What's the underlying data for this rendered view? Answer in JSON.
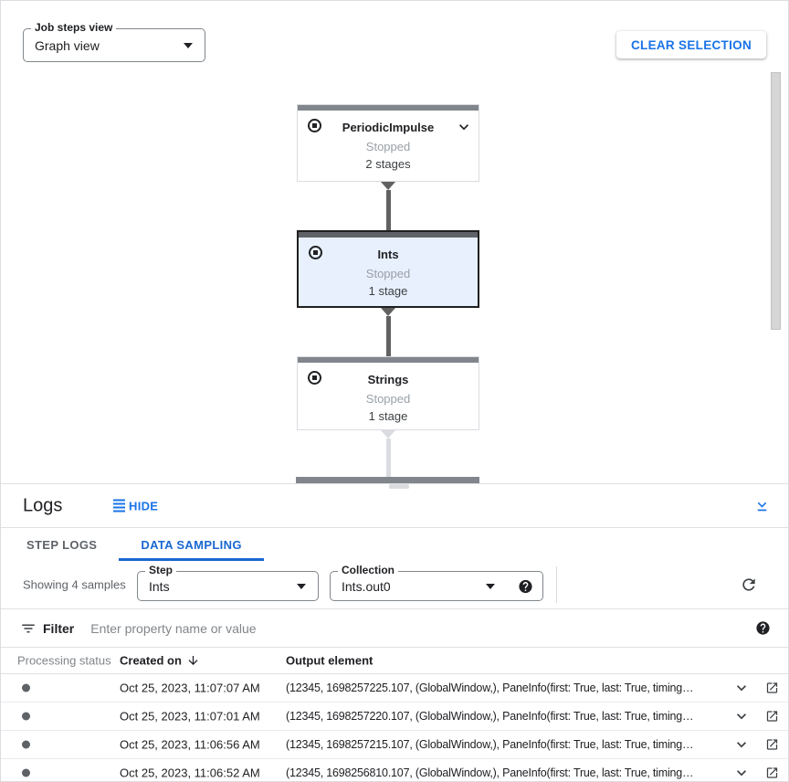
{
  "colors": {
    "accent_blue": "#1a73e8",
    "tab_active_blue": "#1967d2",
    "selected_node_bg": "#e8f0fe",
    "node_bar_gray": "#80868b",
    "selected_node_bar": "#5f6368",
    "edge_dark": "#616161",
    "edge_light": "#dadce0",
    "status_text_gray": "#9aa0a6"
  },
  "icons": {
    "dropdown_caret": "filled down triangle",
    "expand_node": "chevron-down",
    "stopped_status": "stop square in circle",
    "hide_logs": "stacked lines",
    "collapse_panel": "chevron-down over bar",
    "help": "question mark in filled circle",
    "refresh": "circular arrow",
    "filter": "filter lines",
    "sort_desc": "arrow down",
    "row_expand": "chevron-down",
    "open_in_new": "open in new window"
  },
  "graph": {
    "view_selector": {
      "label": "Job steps view",
      "value": "Graph view"
    },
    "clear_selection_label": "CLEAR SELECTION",
    "nodes": [
      {
        "title": "PeriodicImpulse",
        "status": "Stopped",
        "stages": "2 stages"
      },
      {
        "title": "Ints",
        "status": "Stopped",
        "stages": "1 stage"
      },
      {
        "title": "Strings",
        "status": "Stopped",
        "stages": "1 stage"
      }
    ]
  },
  "logs": {
    "title": "Logs",
    "hide_label": "HIDE",
    "tabs": [
      {
        "label": "STEP LOGS"
      },
      {
        "label": "DATA SAMPLING"
      }
    ],
    "toolbar": {
      "summary": "Showing 4 samples",
      "step_select": {
        "label": "Step",
        "value": "Ints"
      },
      "collection_select": {
        "label": "Collection",
        "value": "Ints.out0"
      }
    },
    "filter": {
      "label": "Filter",
      "placeholder": "Enter property name or value"
    },
    "table": {
      "columns": {
        "status": "Processing status",
        "created": "Created on",
        "output": "Output element"
      },
      "rows": [
        {
          "created_on": "Oct 25, 2023, 11:07:07 AM",
          "output": "(12345, 1698257225.107, (GlobalWindow,), PaneInfo(first: True, last: True, timing…"
        },
        {
          "created_on": "Oct 25, 2023, 11:07:01 AM",
          "output": "(12345, 1698257220.107, (GlobalWindow,), PaneInfo(first: True, last: True, timing…"
        },
        {
          "created_on": "Oct 25, 2023, 11:06:56 AM",
          "output": "(12345, 1698257215.107, (GlobalWindow,), PaneInfo(first: True, last: True, timing…"
        },
        {
          "created_on": "Oct 25, 2023, 11:06:52 AM",
          "output": "(12345, 1698256810.107, (GlobalWindow,), PaneInfo(first: True, last: True, timing…"
        }
      ]
    }
  }
}
